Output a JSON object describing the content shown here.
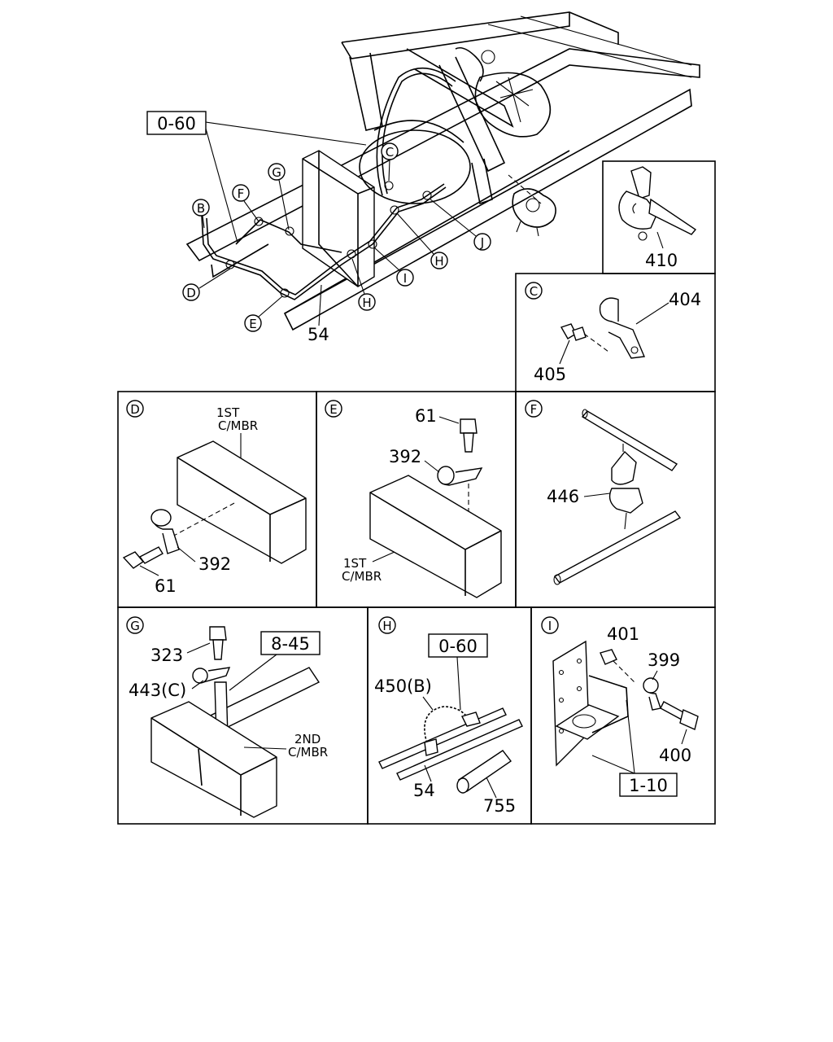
{
  "main": {
    "ref_060": "0-60",
    "callouts": {
      "b": "B",
      "c": "C",
      "d": "D",
      "e": "E",
      "f": "F",
      "g": "G",
      "h": "H",
      "i": "I",
      "j": "J"
    },
    "part_54": "54"
  },
  "panel_410": {
    "part": "410"
  },
  "panel_c": {
    "letter": "C",
    "bracket": "404",
    "bolt": "405"
  },
  "panel_d": {
    "letter": "D",
    "member_line1": "1ST",
    "member_line2": "C/MBR",
    "clip": "392",
    "bolt": "61"
  },
  "panel_e": {
    "letter": "E",
    "bolt": "61",
    "clip": "392",
    "member_line1": "1ST",
    "member_line2": "C/MBR"
  },
  "panel_f": {
    "letter": "F",
    "clip": "446"
  },
  "panel_g": {
    "letter": "G",
    "bolt": "323",
    "ref": "8-45",
    "clip": "443(C)",
    "member_line1": "2ND",
    "member_line2": "C/MBR"
  },
  "panel_h": {
    "letter": "H",
    "ref": "0-60",
    "band": "450(B)",
    "hose": "54",
    "sleeve": "755"
  },
  "panel_i": {
    "letter": "I",
    "nut": "401",
    "clip": "399",
    "bolt": "400",
    "ref": "1-10"
  }
}
